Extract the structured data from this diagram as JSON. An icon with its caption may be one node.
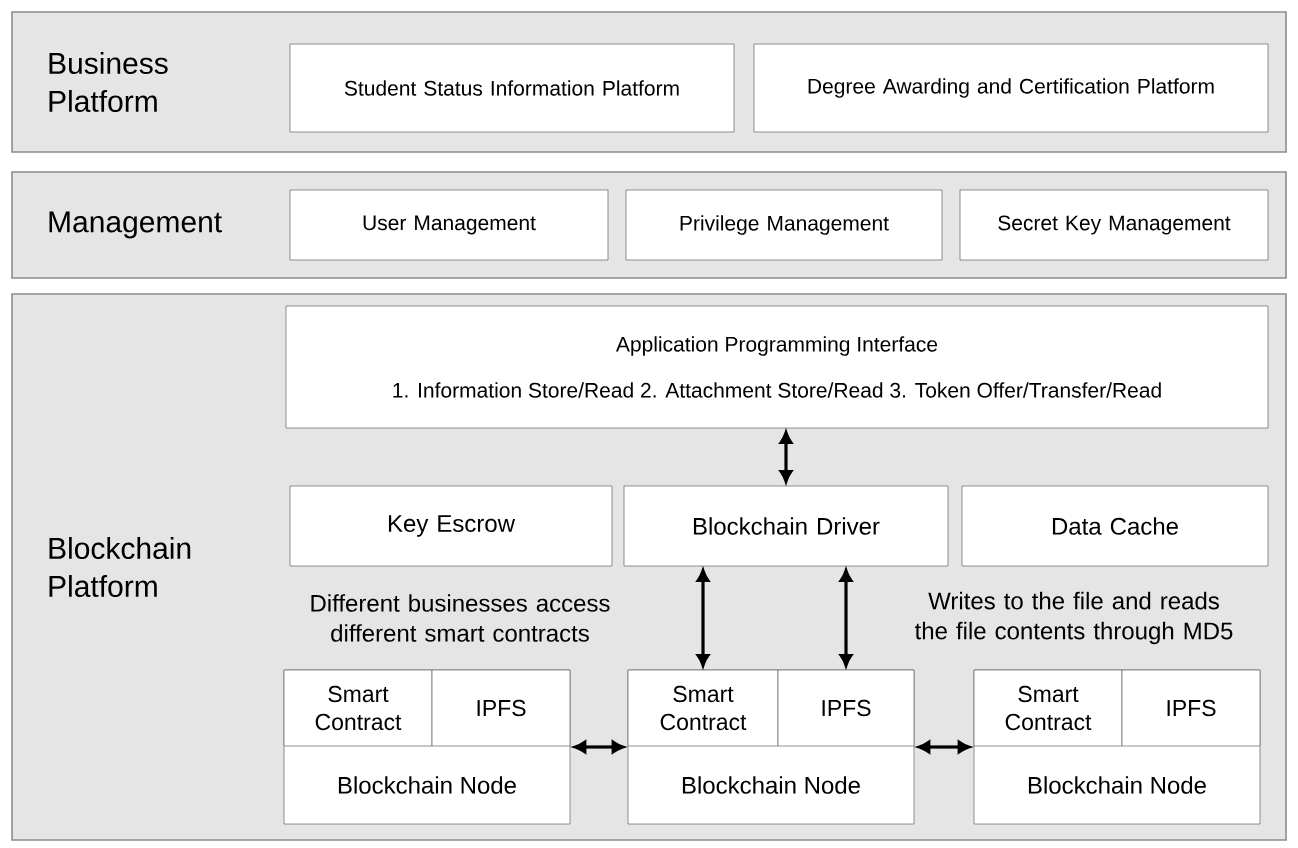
{
  "diagram": {
    "nodes": [
      {
        "text": [
          "Business Platform"
        ]
      },
      {
        "text": [
          "Student Status Information Platform"
        ],
        "in": 0
      },
      {
        "text": [
          "Degree Awarding and Certification Platform"
        ],
        "in": 0
      },
      {
        "text": [
          "Management"
        ]
      },
      {
        "text": [
          "User Management"
        ],
        "in": 3
      },
      {
        "text": [
          "Privilege Management"
        ],
        "in": 3
      },
      {
        "text": [
          "Secret Key Management"
        ],
        "in": 3
      },
      {
        "text": [
          "Blockchain Platform"
        ]
      },
      {
        "text": [
          "Application Programming Interface",
          "1. Information Store/Read 2. Attachment Store/Read 3. Token Offer/Transfer/Read"
        ],
        "in": 7
      },
      {
        "text": [
          "Key Escrow"
        ],
        "in": 7
      },
      {
        "text": [
          "Blockchain Driver"
        ],
        "in": 7
      },
      {
        "text": [
          "Data Cache"
        ],
        "in": 7
      },
      {
        "text": [
          "Blockchain Node"
        ],
        "in": 7
      },
      {
        "text": [
          "Smart Contract"
        ],
        "in": 12
      },
      {
        "text": [
          "IPFS"
        ],
        "in": 12
      },
      {
        "text": [
          "Blockchain Node"
        ],
        "in": 7
      },
      {
        "text": [
          "Smart Contract"
        ],
        "in": 15
      },
      {
        "text": [
          "IPFS"
        ],
        "in": 15
      },
      {
        "text": [
          "Blockchain Node"
        ],
        "in": 7
      },
      {
        "text": [
          "Smart Contract"
        ],
        "in": 18
      },
      {
        "text": [
          "IPFS"
        ],
        "in": 18
      }
    ],
    "edges": [
      {
        "from": 8,
        "to": 10,
        "arrow": "both"
      },
      {
        "from": 10,
        "to": 16,
        "arrow": "both"
      },
      {
        "from": 10,
        "to": 17,
        "arrow": "both"
      },
      {
        "from": 12,
        "to": 15,
        "arrow": "both"
      },
      {
        "from": 15,
        "to": 18,
        "arrow": "both"
      }
    ],
    "labels": [
      "Different businesses access different smart contracts",
      "Writes to the file and reads the file contents through MD5"
    ]
  }
}
